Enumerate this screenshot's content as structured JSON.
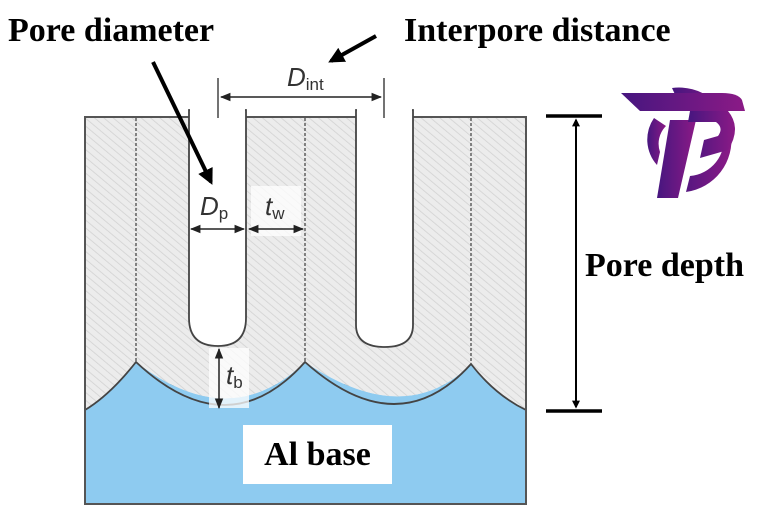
{
  "labels": {
    "pore_diameter": "Pore diameter",
    "interpore_distance": "Interpore distance",
    "pore_depth": "Pore depth",
    "al_base": "Al base"
  },
  "symbols": {
    "d_int": {
      "main": "D",
      "sub": "int"
    },
    "d_p": {
      "main": "D",
      "sub": "p"
    },
    "t_w": {
      "main": "t",
      "sub": "w"
    },
    "t_b": {
      "main": "t",
      "sub": "b"
    }
  },
  "colors": {
    "oxide_fill": "#ebebeb",
    "hatch": "#d4d4d4",
    "outline": "#555555",
    "al_base": "#8ecbf0",
    "logo_start": "#4a1a8a",
    "logo_end": "#8a1a8a"
  },
  "logo": {
    "icon": "tp-logo-icon"
  }
}
